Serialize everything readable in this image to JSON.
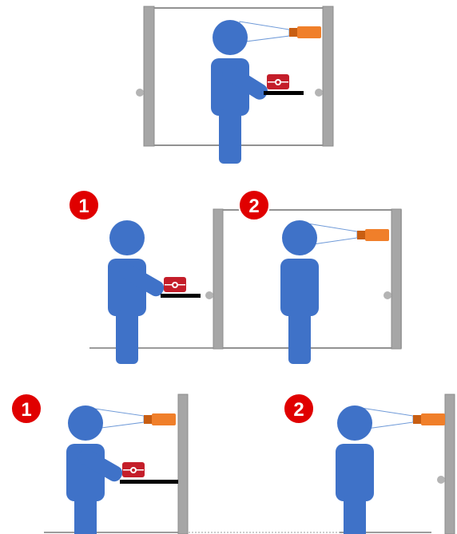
{
  "colors": {
    "person": "#3f72c8",
    "person_dark": "#2d5aa8",
    "wall": "#a6a6a6",
    "wall_dark": "#8c8c8c",
    "knob": "#b4b4b4",
    "badge": "#e00000",
    "badge_ring": "#ffffff",
    "sensor": "#f07f2a",
    "sensor_dark": "#c85e12",
    "button_box": "#c41e2a",
    "shelf": "#000000",
    "beam": "#6f9ad8",
    "frame": "#6e6e6e",
    "floor": "#7a7a7a"
  },
  "icons": {
    "person": "person-figure-icon",
    "camera": "camera-sensor-icon",
    "button": "push-button-icon",
    "door_knob": "door-knob-icon"
  },
  "scenes": {
    "top": {
      "badges": []
    },
    "middle": {
      "badges": [
        "1",
        "2"
      ]
    },
    "bottom": {
      "badges": [
        "1",
        "2"
      ]
    }
  }
}
